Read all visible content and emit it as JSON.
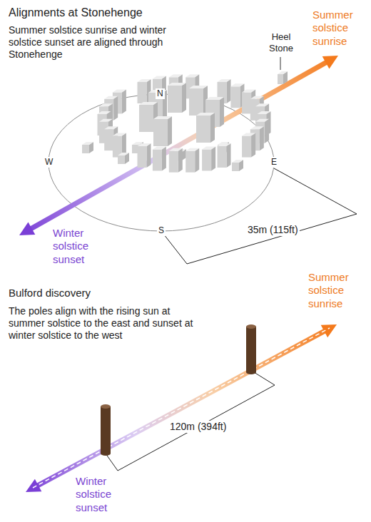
{
  "diagram": {
    "title": "Alignments at Stonehenge",
    "labels": [
      "Summer solstice sunrise and winter solstice sunset are aligned through Stonehenge",
      "Summer solstice sunrise",
      "Heel Stone",
      "N",
      "W",
      "E",
      "S",
      "Winter solstice sunset",
      "35m (115ft)",
      "Bulford discovery",
      "The poles align with the rising sun at summer solstice to the east and sunset at winter solstice to the west",
      "Summer solstice sunrise",
      "120m (394ft)",
      "Winter solstice sunset"
    ]
  }
}
